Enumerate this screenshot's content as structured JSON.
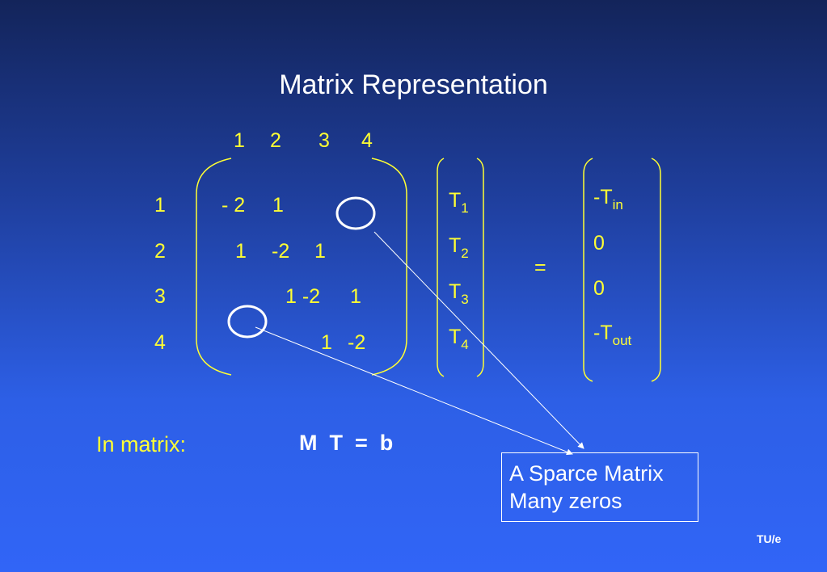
{
  "slide": {
    "title": "Matrix Representation",
    "footer_logo": "TU/e"
  },
  "column_headers": [
    "1",
    "2",
    "3",
    "4"
  ],
  "row_headers": [
    "1",
    "2",
    "3",
    "4"
  ],
  "matrix_rows": [
    [
      "- 2",
      "1"
    ],
    [
      "1",
      "-2",
      "1"
    ],
    [
      "1 -2",
      "1"
    ],
    [
      "1",
      "-2"
    ]
  ],
  "unknown_vector": [
    {
      "base": "T",
      "sub": "1"
    },
    {
      "base": "T",
      "sub": "2"
    },
    {
      "base": "T",
      "sub": "3"
    },
    {
      "base": "T",
      "sub": "4"
    }
  ],
  "equals": "=",
  "rhs_vector": [
    {
      "base": "-T",
      "sub": "in"
    },
    {
      "base": "0",
      "sub": ""
    },
    {
      "base": "0",
      "sub": ""
    },
    {
      "base": "-T",
      "sub": "out"
    }
  ],
  "equation": {
    "label": "In matrix:",
    "formula": "M  T  =  b"
  },
  "callout": {
    "line1": "A Sparce Matrix",
    "line2": "Many zeros"
  },
  "colors": {
    "text_accent": "#ffff33",
    "text_primary": "#ffffff",
    "background_top": "#13245a",
    "background_bottom": "#3165f7"
  }
}
